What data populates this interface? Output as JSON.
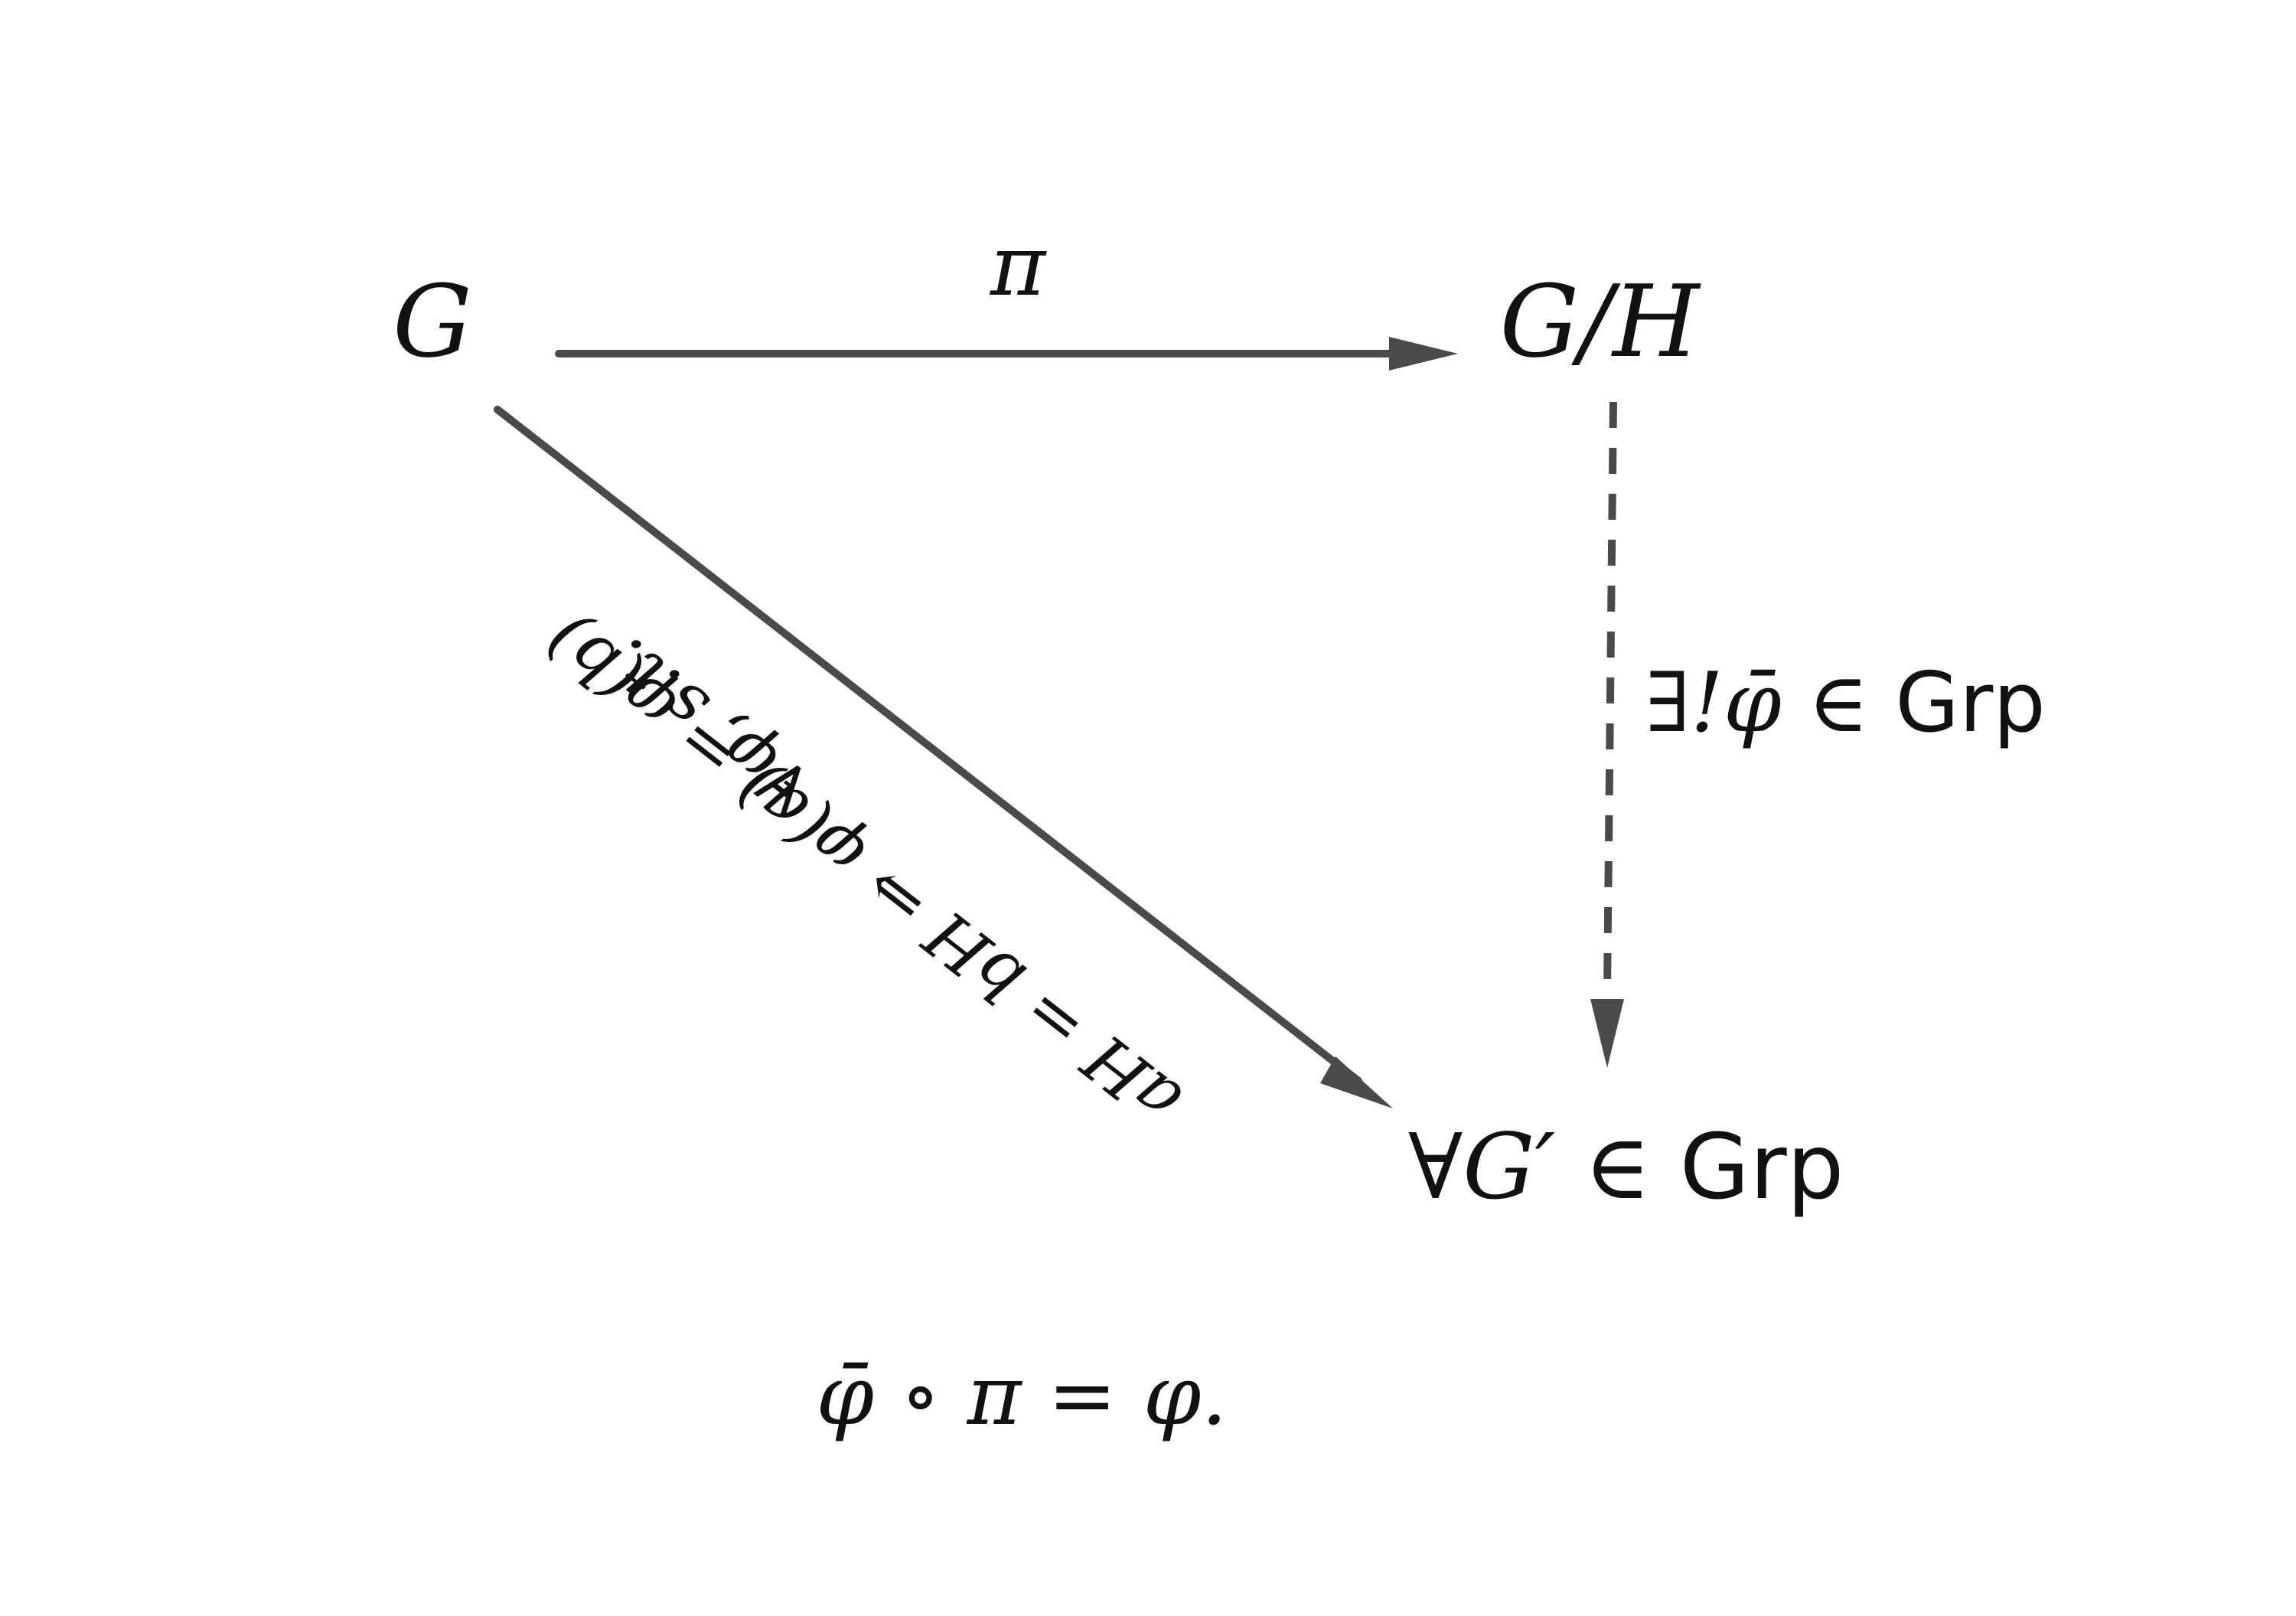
{
  "nodes": {
    "source": "G",
    "quotient": "G/H",
    "target_prefix": "∀G′ ∈ ",
    "target_category": "Grp"
  },
  "arrows": {
    "projection_label": "π",
    "induced_label_prefix": "∃!φ̄ ∈ ",
    "induced_label_category": "Grp",
    "hom_label_line1": "∀φ, s.t.",
    "hom_label_line2": "aH = bH ⇒ φ(a) = φ(b)"
  },
  "equation": "φ̄ ∘ π = φ.",
  "colors": {
    "arrow": "#4a4a4a",
    "text": "#111111"
  }
}
